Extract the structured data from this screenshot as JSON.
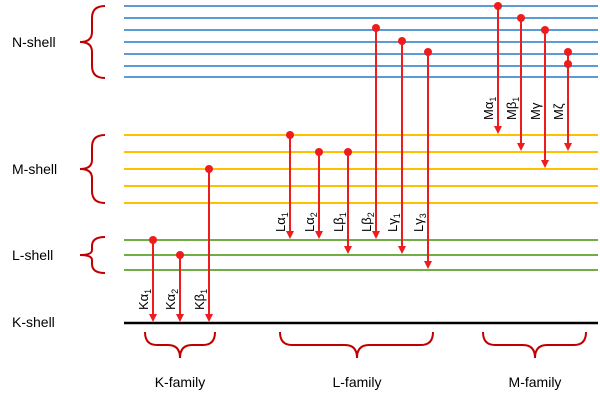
{
  "colors": {
    "n_shell": "#5b9bd5",
    "m_shell": "#ffc000",
    "l_shell": "#70ad47",
    "k_shell": "#000000",
    "arrow": "#ee1c1c",
    "brace": "#c00000"
  },
  "shells": {
    "n": "N-shell",
    "m": "M-shell",
    "l": "L-shell",
    "k": "K-shell"
  },
  "families": {
    "k": "K-family",
    "l": "L-family",
    "m": "M-family"
  },
  "transitions": [
    {
      "greek": "Kα",
      "sub": "1"
    },
    {
      "greek": "Kα",
      "sub": "2"
    },
    {
      "greek": "Kβ",
      "sub": "1"
    },
    {
      "greek": "Lα",
      "sub": "1"
    },
    {
      "greek": "Lα",
      "sub": "2"
    },
    {
      "greek": "Lβ",
      "sub": "1"
    },
    {
      "greek": "Lβ",
      "sub": "2"
    },
    {
      "greek": "Lγ",
      "sub": "1"
    },
    {
      "greek": "Lγ",
      "sub": "3"
    },
    {
      "greek": "Mα",
      "sub": "1"
    },
    {
      "greek": "Mβ",
      "sub": "1"
    },
    {
      "greek": "Mγ",
      "sub": ""
    },
    {
      "greek": "Mζ",
      "sub": ""
    }
  ]
}
